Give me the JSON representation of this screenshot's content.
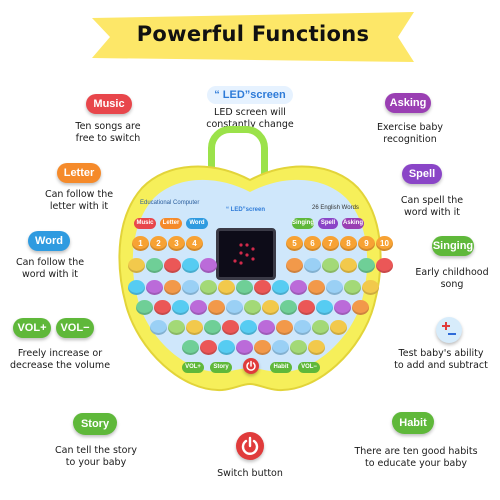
{
  "title": "Powerful Functions",
  "led": {
    "label": "“ LED”screen",
    "desc": "LED screen will\nconstantly change"
  },
  "features": {
    "music": {
      "label": "Music",
      "desc": "Ten songs are\nfree to switch",
      "color": "#e8464b"
    },
    "letter": {
      "label": "Letter",
      "desc": "Can follow the\nletter with it",
      "color": "#f58a2a"
    },
    "word": {
      "label": "Word",
      "desc": "Can follow the\nword with it",
      "color": "#2f9be0"
    },
    "vol_plus": {
      "label": "VOL+",
      "color": "#5fb83a"
    },
    "vol_minus": {
      "label": "VOL−",
      "color": "#5fb83a"
    },
    "vol_desc": "Freely increase or\ndecrease the volume",
    "story": {
      "label": "Story",
      "desc": "Can tell the story\nto your baby",
      "color": "#5fb83a"
    },
    "power": {
      "desc": "Switch button",
      "color": "#e03b3b"
    },
    "habit": {
      "label": "Habit",
      "desc": "There are ten good habits\nto educate your baby",
      "color": "#5fb83a"
    },
    "asking": {
      "label": "Asking",
      "desc": "Exercise baby\nrecognition",
      "color": "#9a3fb3"
    },
    "spell": {
      "label": "Spell",
      "desc": "Can spell the\nword with it",
      "color": "#8a45c7"
    },
    "singing": {
      "label": "Singing",
      "desc": "Early childhood\nsong",
      "color": "#5fb83a"
    },
    "math": {
      "desc": "Test baby's ability\nto add and subtract"
    }
  },
  "tablet": {
    "brand": "Educational Computer",
    "screen_label": "“ LED”screen",
    "english_words": "26 English Words",
    "buttons": {
      "music": "Music",
      "letter": "Letter",
      "word": "Word",
      "singing": "Singing",
      "spell": "Spell",
      "asking": "Asking",
      "vol_plus": "VOL+",
      "story": "Story",
      "habit": "Habit",
      "vol_minus": "VOL−"
    },
    "numbers": [
      "1",
      "2",
      "3",
      "4",
      "5",
      "6",
      "7",
      "8",
      "9",
      "10"
    ]
  },
  "colors": {
    "banner": "#fde768",
    "tablet_body": "#f6ef5a",
    "tablet_face": "#cfe7fb",
    "handle": "#9be24a"
  }
}
